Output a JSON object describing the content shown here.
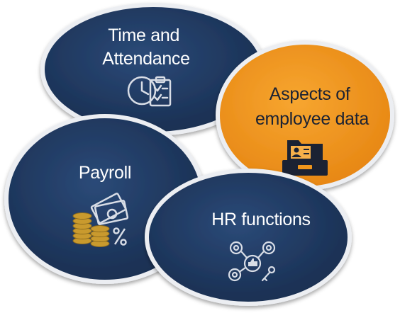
{
  "diagram": {
    "nodes": [
      {
        "id": "time",
        "lines": [
          "Time and",
          "Attendance"
        ],
        "icon": "clock-clipboard-icon",
        "fill": "#1e375f"
      },
      {
        "id": "employee",
        "lines": [
          "Aspects of",
          "employee data"
        ],
        "icon": "file-cabinet-icon",
        "fill": "#f0961c"
      },
      {
        "id": "payroll",
        "lines": [
          "Payroll"
        ],
        "icon": "money-coins-icon",
        "fill": "#1e375f"
      },
      {
        "id": "hr",
        "lines": [
          "HR functions"
        ],
        "icon": "gears-network-icon",
        "fill": "#1e375f"
      }
    ],
    "colors": {
      "navy": "#1e375f",
      "orange": "#f0961c",
      "ring": "#eceef2",
      "icon_line": "#d8dde6",
      "gold": "#c99a2e"
    }
  }
}
